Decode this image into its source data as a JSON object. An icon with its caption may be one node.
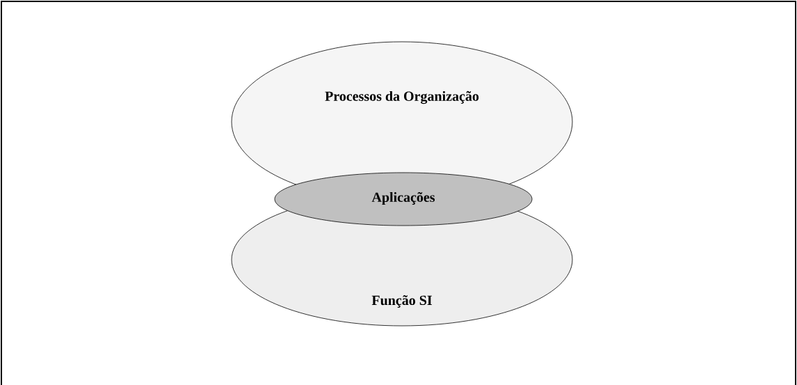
{
  "diagram": {
    "nodes": [
      {
        "text": [
          "Processos da Organização"
        ]
      },
      {
        "text": [
          "Aplicações"
        ]
      },
      {
        "text": [
          "Função SI"
        ]
      }
    ]
  }
}
